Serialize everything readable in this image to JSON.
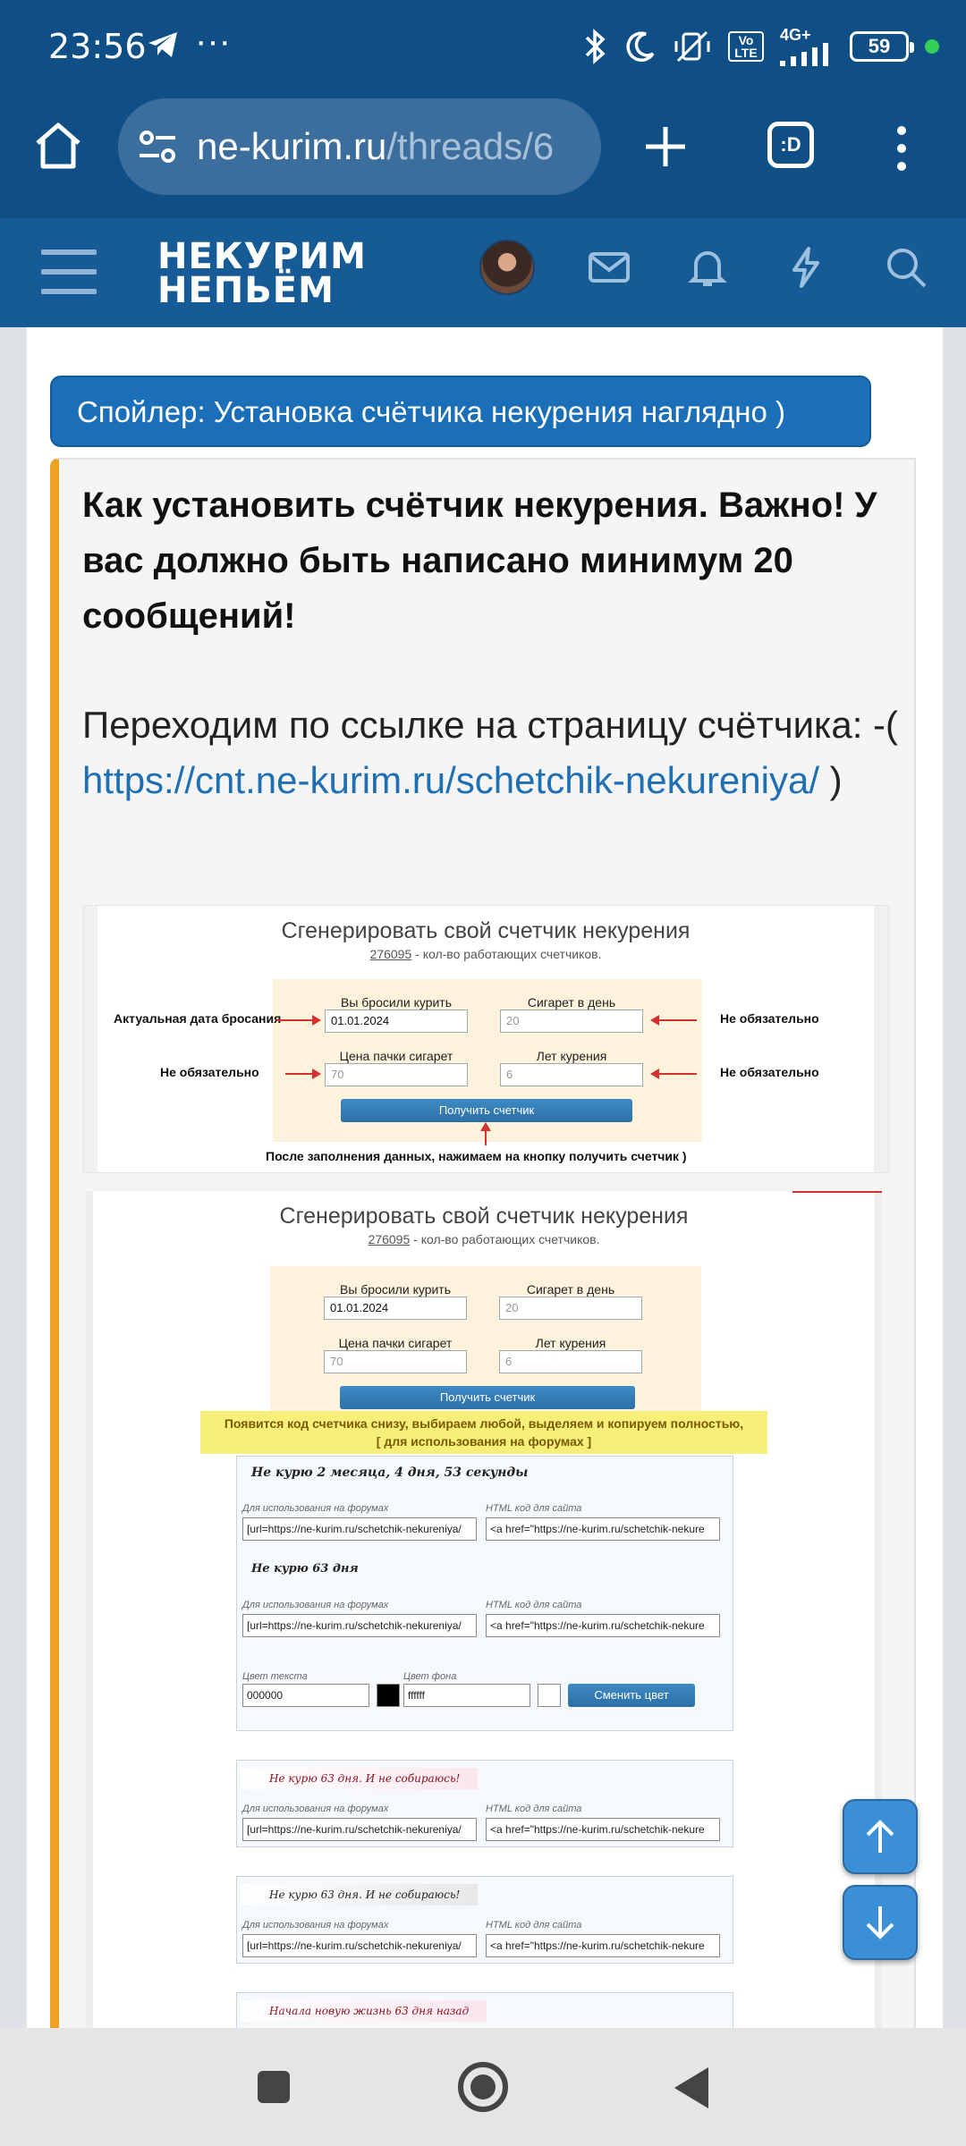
{
  "status": {
    "time": "23:56",
    "network": "4G+",
    "volte": "Vo LTE",
    "battery": "59"
  },
  "browser": {
    "url_domain": "ne-kurim.ru",
    "url_rest": "/threads/6",
    "tabs_label": ":D"
  },
  "site": {
    "logo_line1": "НЕКУРИМ",
    "logo_line2": "НЕПЬЁМ"
  },
  "post": {
    "spoiler_label": "Спойлер: Установка счётчика некурения наглядно )",
    "heading": "Как установить счётчик некурения. Важно! У вас должно быть написано минимум 20 сообщений!",
    "text_before_link": "Переходим по ссылке на страницу счётчика: -( ",
    "link": "https://cnt.ne-kurim.ru/schetchik-nekureniya/",
    "text_after_link": " )"
  },
  "shot1": {
    "title": "Сгенерировать свой счетчик некурения",
    "count": "276095",
    "count_suffix": " - кол-во работающих счетчиков.",
    "lbl_quit": "Вы бросили курить",
    "lbl_cigs": "Сигарет в день",
    "lbl_price": "Цена пачки сигарет",
    "lbl_years": "Лет курения",
    "val_quit": "01.01.2024",
    "val_cigs": "20",
    "val_price": "70",
    "val_years": "6",
    "btn": "Получить счетчик",
    "note_date": "Актуальная дата бросания",
    "note_optional": "Не обязательно",
    "note_bottom": "После заполнения данных, нажимаем на кнопку получить счетчик )"
  },
  "shot2": {
    "title": "Сгенерировать свой счетчик некурения",
    "count": "276095",
    "count_suffix": " - кол-во работающих счетчиков.",
    "lbl_quit": "Вы бросили курить",
    "lbl_cigs": "Сигарет в день",
    "lbl_price": "Цена пачки сигарет",
    "lbl_years": "Лет курения",
    "val_quit": "01.01.2024",
    "val_cigs": "20",
    "val_price": "70",
    "val_years": "6",
    "btn": "Получить счетчик",
    "yellow_line1": "Появится код счетчика снизу, выбираем любой, выделяем и копируем полностью,",
    "yellow_line2": "[ для использования на форумах ]",
    "counter1": "Не курю 2 месяца, 4 дня, 53 секунды",
    "counter2": "Не курю 63 дня",
    "lbl_forum": "Для использования на форумах",
    "lbl_html": "HTML код для сайта",
    "code_forum": "[url=https://ne-kurim.ru/schetchik-nekureniya/",
    "code_html": "<a href=\"https://ne-kurim.ru/schetchik-nekure",
    "lbl_text_color": "Цвет текста",
    "lbl_bg_color": "Цвет фона",
    "val_text_color": "000000",
    "val_bg_color": "ffffff",
    "btn_color": "Сменить цвет",
    "badge1": "Не курю 63 дня. И не собираюсь!",
    "badge2": "Не курю 63 дня. И не собираюсь!",
    "badge3": "Начала новую жизнь 63 дня назад"
  },
  "colors": {
    "brand": "#0f4f86",
    "accent": "#f0a122",
    "link": "#1f6fb3"
  }
}
